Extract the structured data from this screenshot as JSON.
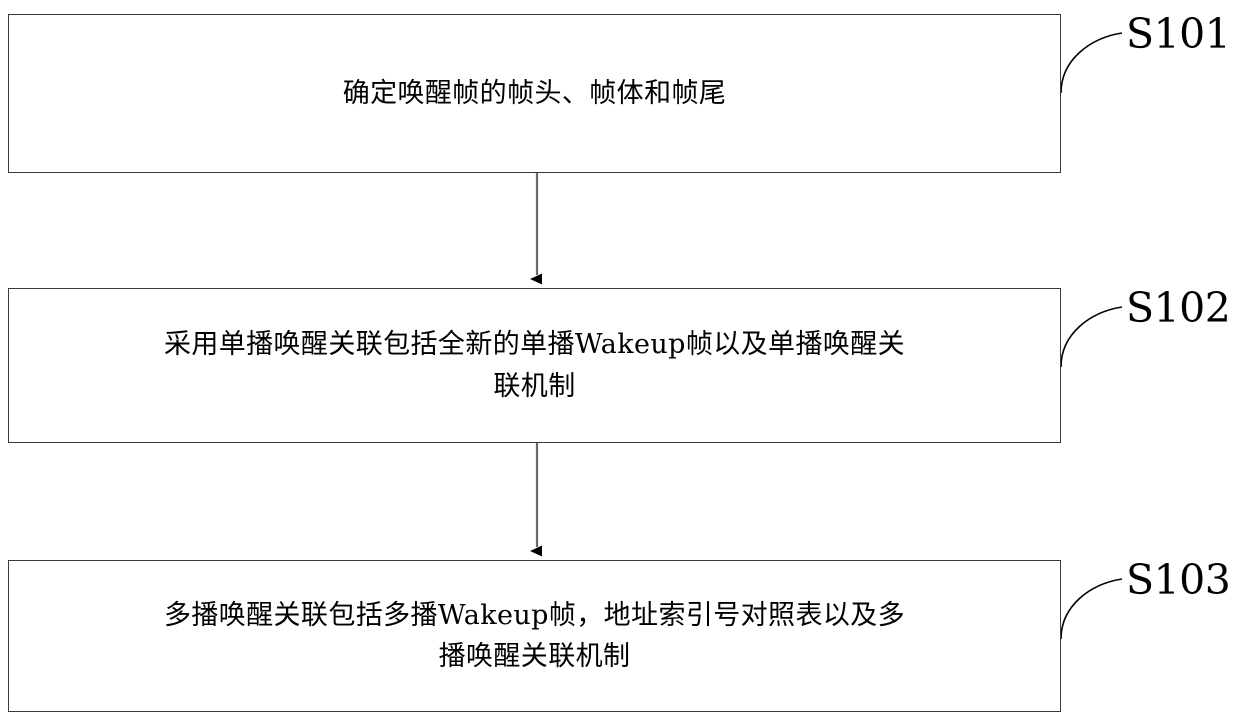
{
  "diagram": {
    "type": "flowchart",
    "orientation": "vertical",
    "background_color": "#ffffff",
    "line_color": "#3a3a3a",
    "text_color": "#000000",
    "steps": [
      {
        "id": "S101",
        "label": "S101",
        "text": "确定唤醒帧的帧头、帧体和帧尾"
      },
      {
        "id": "S102",
        "label": "S102",
        "text": "采用单播唤醒关联包括全新的单播Wakeup帧以及单播唤醒关\n联机制"
      },
      {
        "id": "S103",
        "label": "S103",
        "text": "多播唤醒关联包括多播Wakeup帧，地址索引号对照表以及多\n播唤醒关联机制"
      }
    ],
    "connectors": [
      {
        "from": "S101",
        "to": "S102",
        "arrow": "down"
      },
      {
        "from": "S102",
        "to": "S103",
        "arrow": "down"
      }
    ]
  }
}
